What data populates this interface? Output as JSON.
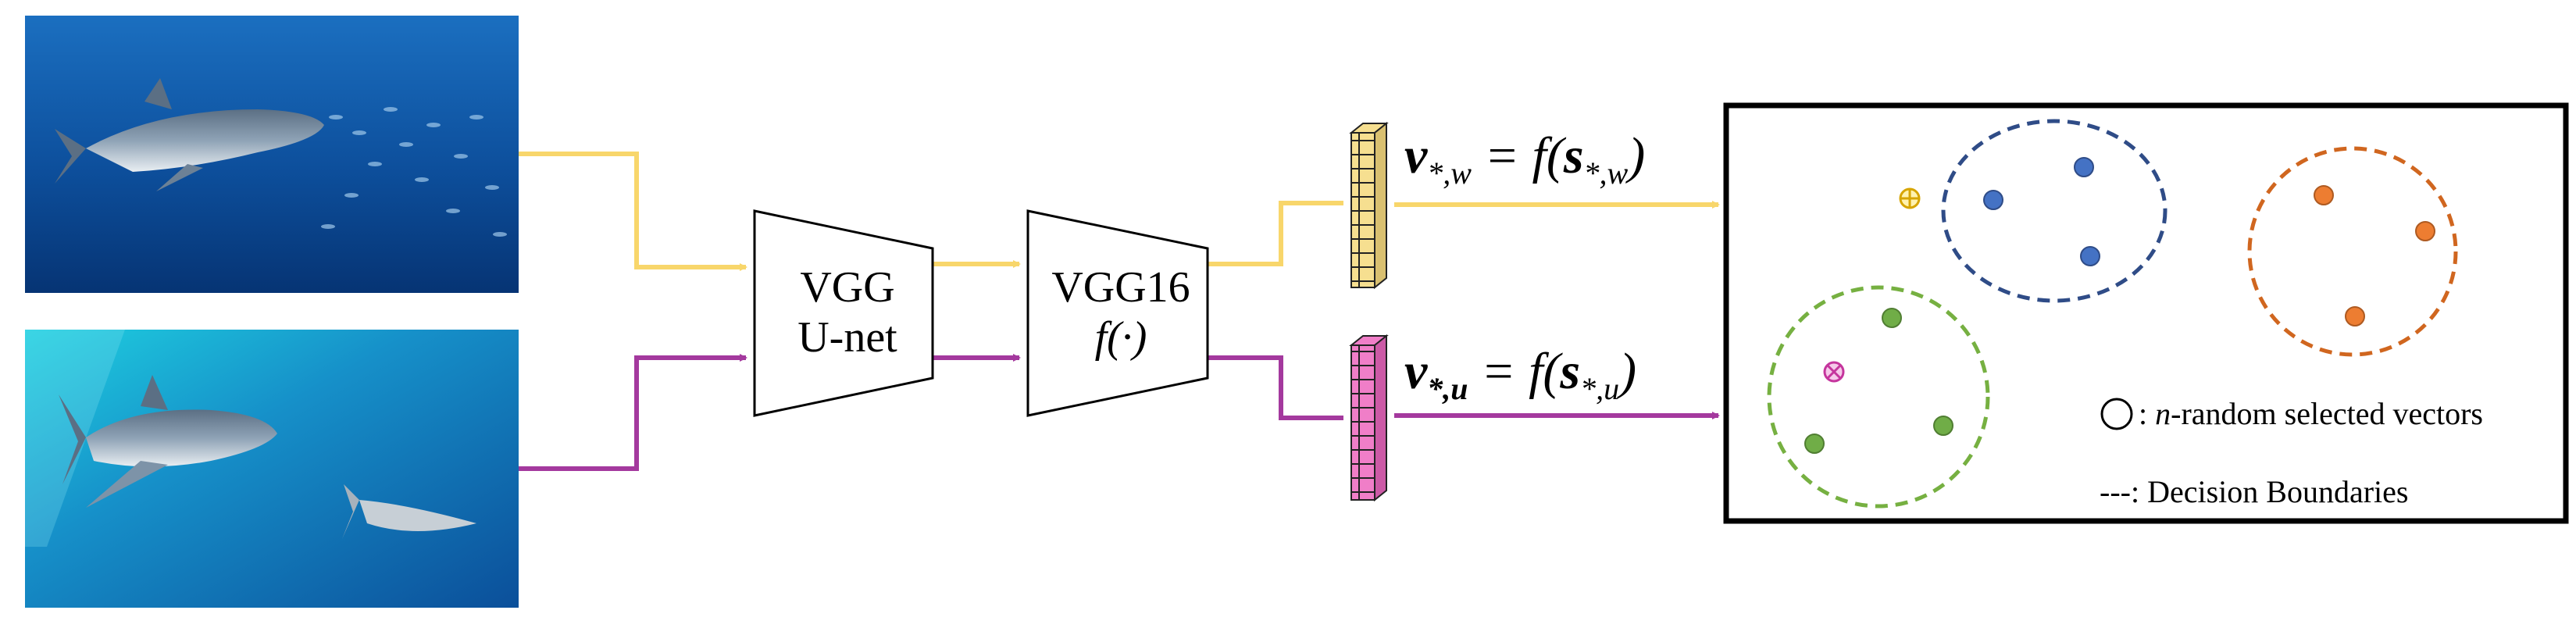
{
  "images": [
    {
      "subject": "shark swimming among small fish, deep blue water"
    },
    {
      "subject": "shark near surface with a small fish, cyan-blue water"
    }
  ],
  "blocks": {
    "vgg_unet": {
      "line1": "VGG",
      "line2": "U-net"
    },
    "vgg16": {
      "line1": "VGG16",
      "line2": "f(·)"
    }
  },
  "equations": {
    "top": {
      "lhs": "v",
      "lhs_sub": "*,w",
      "rhs": "= f(",
      "arg": "s",
      "arg_sub": "*,w",
      "close": ")"
    },
    "bottom": {
      "lhs": "v",
      "lhs_sub": "*,u",
      "rhs": "= f(",
      "arg": "s",
      "arg_sub": "*,u",
      "close": ")"
    }
  },
  "legend": {
    "circle_text_italic": "n",
    "circle_text": "-random selected vectors",
    "dash_glyph": "---",
    "dash_text": ": Decision Boundaries"
  },
  "colors": {
    "yellow_path": "#f8d66b",
    "magenta_path": "#a4399e",
    "yellow_vector": "#f6df90",
    "pink_vector": "#f07ec8",
    "blue_cluster": "#2f4c87",
    "orange_cluster": "#d0661f",
    "green_cluster": "#76b041",
    "blue_point": "#4472c4",
    "orange_point": "#ed7d31",
    "green_point": "#70ad47",
    "query_yellow": "#d7a500",
    "query_magenta": "#c5359d"
  }
}
